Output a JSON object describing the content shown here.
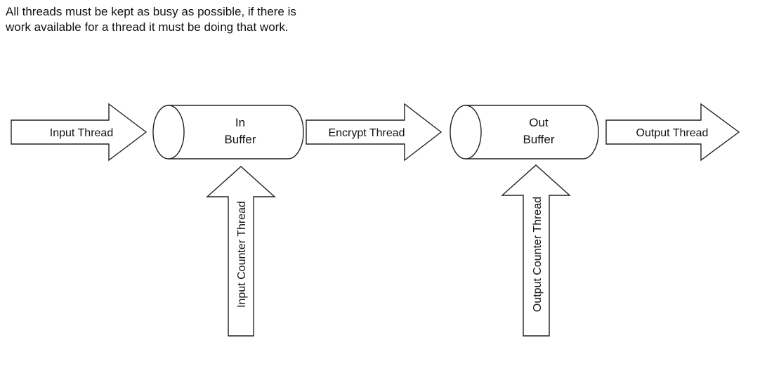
{
  "intro": {
    "line1": "All threads must be kept as busy as possible, if there is",
    "line2": "work available for a thread it must be doing that work."
  },
  "arrows": {
    "input_thread": "Input Thread",
    "encrypt_thread": "Encrypt Thread",
    "output_thread": "Output Thread",
    "input_counter_thread": "Input Counter Thread",
    "output_counter_thread": "Output Counter Thread"
  },
  "buffers": {
    "in_line1": "In",
    "in_line2": "Buffer",
    "out_line1": "Out",
    "out_line2": "Buffer"
  }
}
